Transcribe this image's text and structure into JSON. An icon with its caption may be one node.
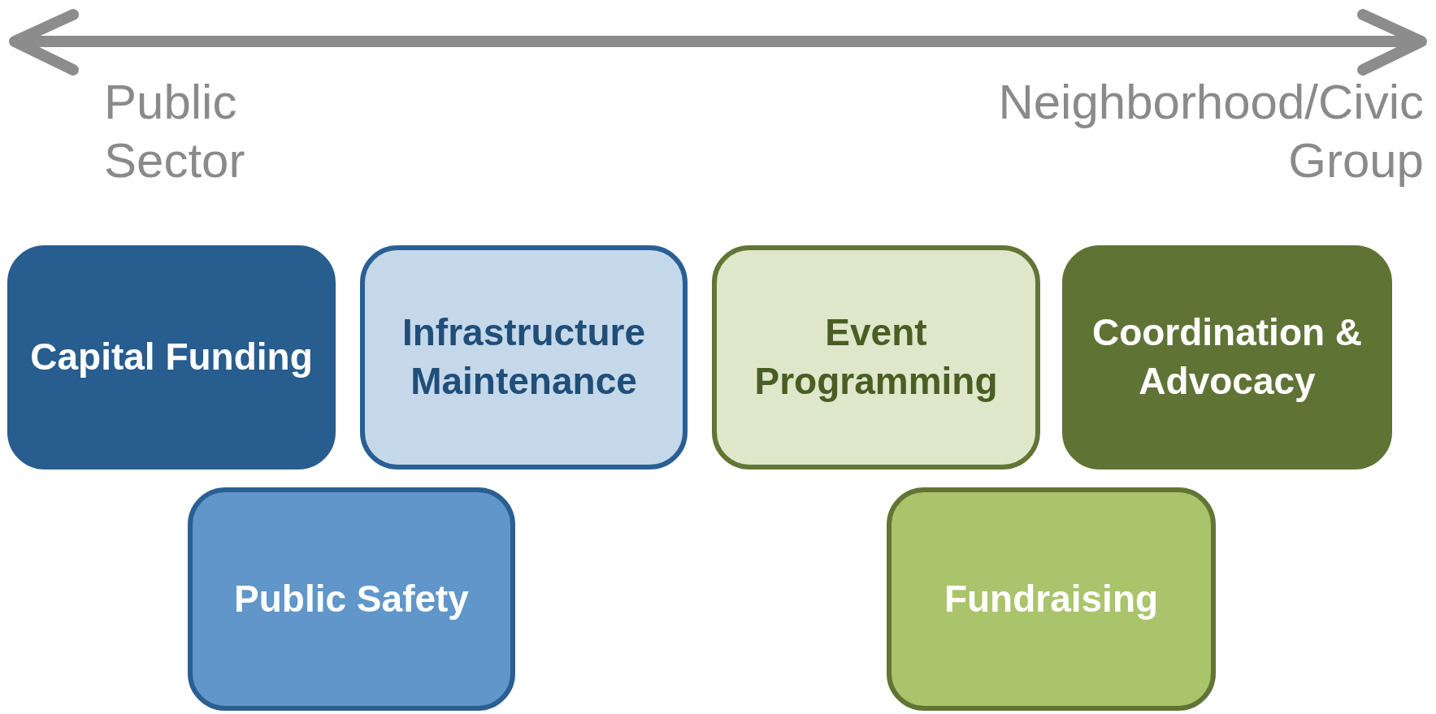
{
  "diagram": {
    "nodes": [
      {
        "text": [
          "Capital Funding"
        ]
      },
      {
        "text": [
          "Infrastructure Maintenance"
        ]
      },
      {
        "text": [
          "Event Programming"
        ]
      },
      {
        "text": [
          "Coordination & Advocacy"
        ]
      },
      {
        "text": [
          "Public Safety"
        ]
      },
      {
        "text": [
          "Fundraising"
        ]
      }
    ],
    "labels": [
      "Public Sector",
      "Neighborhood/Civic Group"
    ]
  }
}
